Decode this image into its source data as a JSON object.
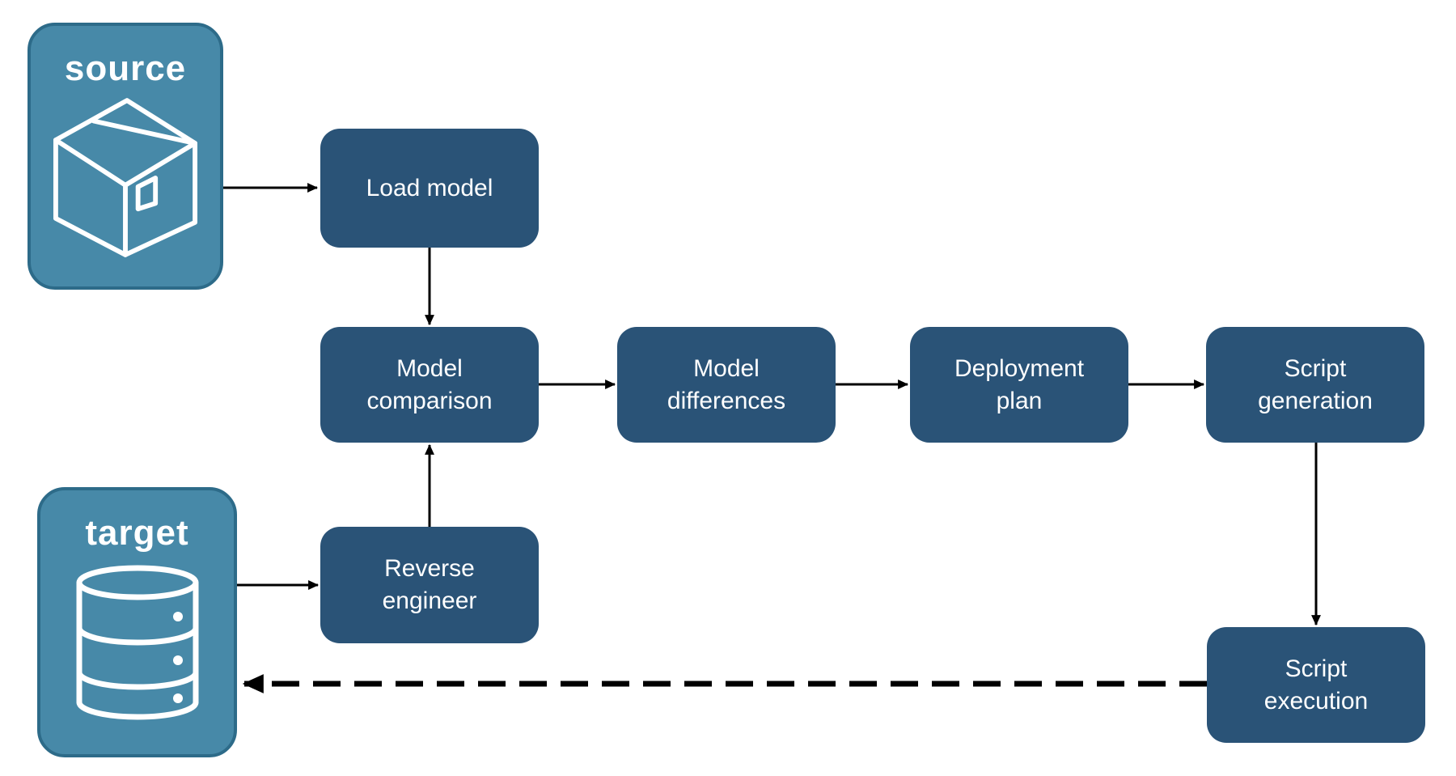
{
  "diagram": {
    "type": "flowchart",
    "entities": {
      "source": {
        "label": "source",
        "icon": "package-icon"
      },
      "target": {
        "label": "target",
        "icon": "database-icon"
      }
    },
    "nodes": {
      "load_model": {
        "label": "Load model"
      },
      "model_comparison": {
        "label": "Model\ncomparison"
      },
      "model_differences": {
        "label": "Model\ndifferences"
      },
      "deployment_plan": {
        "label": "Deployment\nplan"
      },
      "script_generation": {
        "label": "Script\ngeneration"
      },
      "reverse_engineer": {
        "label": "Reverse\nengineer"
      },
      "script_execution": {
        "label": "Script\nexecution"
      }
    },
    "edges": [
      {
        "from": "source",
        "to": "load_model",
        "style": "solid"
      },
      {
        "from": "load_model",
        "to": "model_comparison",
        "style": "solid"
      },
      {
        "from": "model_comparison",
        "to": "model_differences",
        "style": "solid"
      },
      {
        "from": "model_differences",
        "to": "deployment_plan",
        "style": "solid"
      },
      {
        "from": "deployment_plan",
        "to": "script_generation",
        "style": "solid"
      },
      {
        "from": "script_generation",
        "to": "script_execution",
        "style": "solid"
      },
      {
        "from": "target",
        "to": "reverse_engineer",
        "style": "solid"
      },
      {
        "from": "reverse_engineer",
        "to": "model_comparison",
        "style": "solid"
      },
      {
        "from": "script_execution",
        "to": "target",
        "style": "dashed"
      }
    ]
  },
  "colors": {
    "background": "#FFFFFF",
    "entity_fill": "#4789A8",
    "entity_border": "#2D6B89",
    "node_fill": "#2A5377",
    "label_text": "#FFFFFF",
    "arrow_color": "#000000"
  }
}
